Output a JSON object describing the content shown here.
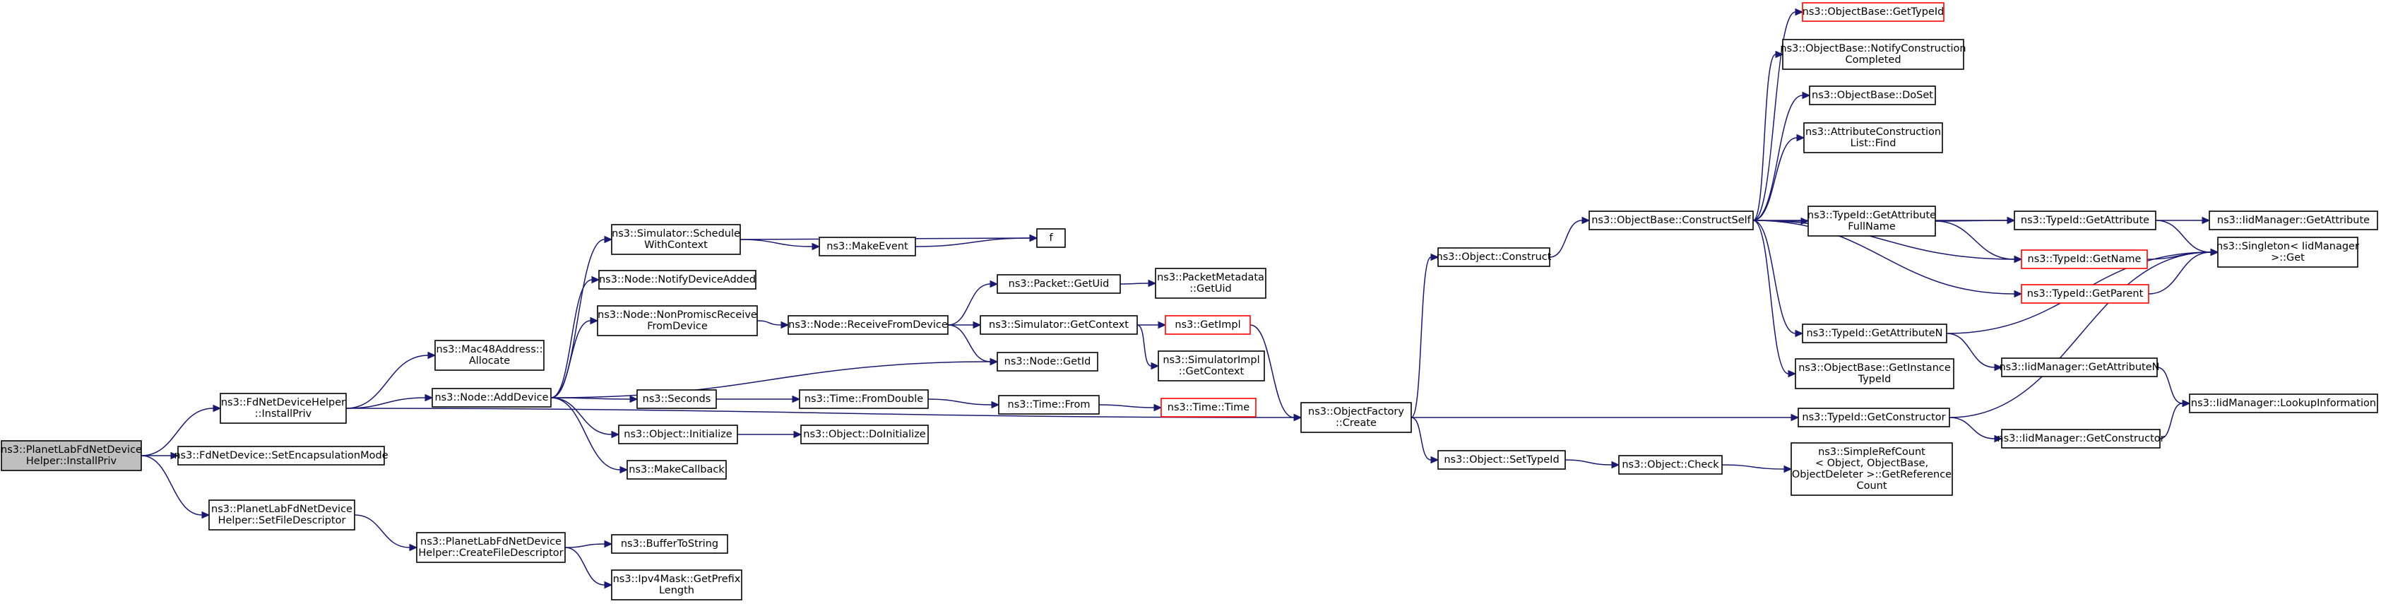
{
  "colors": {
    "edge": "#191970",
    "node_border": "#000000",
    "node_border_missing_docs": "#ff0000",
    "root_fill": "#bfbfbf",
    "node_fill": "#ffffff"
  },
  "nodes": {
    "root": [
      "ns3::PlanetLabFdNetDevice",
      "Helper::InstallPriv"
    ],
    "fd_installpriv": [
      "ns3::FdNetDeviceHelper",
      "::InstallPriv"
    ],
    "set_encap": [
      "ns3::FdNetDevice::SetEncapsulationMode"
    ],
    "set_fd": [
      "ns3::PlanetLabFdNetDevice",
      "Helper::SetFileDescriptor"
    ],
    "create_fd": [
      "ns3::PlanetLabFdNetDevice",
      "Helper::CreateFileDescriptor"
    ],
    "buffer_to_string": [
      "ns3::BufferToString"
    ],
    "get_prefix_length": [
      "ns3::Ipv4Mask::GetPrefix",
      "Length"
    ],
    "mac_allocate": [
      "ns3::Mac48Address::",
      "Allocate"
    ],
    "add_device": [
      "ns3::Node::AddDevice"
    ],
    "schedule_with_context": [
      "ns3::Simulator::Schedule",
      "WithContext"
    ],
    "notify_device_added": [
      "ns3::Node::NotifyDeviceAdded"
    ],
    "non_promisc": [
      "ns3::Node::NonPromiscReceive",
      "FromDevice"
    ],
    "seconds": [
      "ns3::Seconds"
    ],
    "object_initialize": [
      "ns3::Object::Initialize"
    ],
    "make_callback": [
      "ns3::MakeCallback"
    ],
    "make_event": [
      "ns3::MakeEvent"
    ],
    "f": [
      "f"
    ],
    "receive_from_device": [
      "ns3::Node::ReceiveFromDevice"
    ],
    "packet_getuid": [
      "ns3::Packet::GetUid"
    ],
    "packet_metadata_getuid": [
      "ns3::PacketMetadata",
      "::GetUid"
    ],
    "simulator_getcontext": [
      "ns3::Simulator::GetContext"
    ],
    "get_impl": [
      "ns3::GetImpl"
    ],
    "simimpl_getcontext": [
      "ns3::SimulatorImpl",
      "::GetContext"
    ],
    "node_getid": [
      "ns3::Node::GetId"
    ],
    "time_fromdouble": [
      "ns3::Time::FromDouble"
    ],
    "time_from": [
      "ns3::Time::From"
    ],
    "time_time": [
      "ns3::Time::Time"
    ],
    "do_initialize": [
      "ns3::Object::DoInitialize"
    ],
    "object_factory_create": [
      "ns3::ObjectFactory",
      "::Create"
    ],
    "object_construct": [
      "ns3::Object::Construct"
    ],
    "set_typeid": [
      "ns3::Object::SetTypeId"
    ],
    "object_check": [
      "ns3::Object::Check"
    ],
    "refcount": [
      "ns3::SimpleRefCount",
      "< Object, ObjectBase,",
      "ObjectDeleter >::GetReference",
      "Count"
    ],
    "construct_self": [
      "ns3::ObjectBase::ConstructSelf"
    ],
    "ob_gettypeid": [
      "ns3::ObjectBase::GetTypeId"
    ],
    "ob_notify": [
      "ns3::ObjectBase::NotifyConstruction",
      "Completed"
    ],
    "ob_doset": [
      "ns3::ObjectBase::DoSet"
    ],
    "attr_list_find": [
      "ns3::AttributeConstruction",
      "List::Find"
    ],
    "typeid_getattr_fullname": [
      "ns3::TypeId::GetAttribute",
      "FullName"
    ],
    "typeid_getattribute": [
      "ns3::TypeId::GetAttribute"
    ],
    "typeid_getname": [
      "ns3::TypeId::GetName"
    ],
    "typeid_getparent": [
      "ns3::TypeId::GetParent"
    ],
    "typeid_getattributen": [
      "ns3::TypeId::GetAttributeN"
    ],
    "ob_getinstance_typeid": [
      "ns3::ObjectBase::GetInstance",
      "TypeId"
    ],
    "typeid_getconstructor": [
      "ns3::TypeId::GetConstructor"
    ],
    "iidmanager_getattribute": [
      "ns3::IidManager::GetAttribute"
    ],
    "singleton_get": [
      "ns3::Singleton< IidManager",
      " >::Get"
    ],
    "iidmanager_getattributen": [
      "ns3::IidManager::GetAttributeN"
    ],
    "iidmanager_lookup": [
      "ns3::IidManager::LookupInformation"
    ],
    "iidmanager_getconstructor": [
      "ns3::IidManager::GetConstructor"
    ]
  },
  "edges": [
    [
      "root",
      "fd_installpriv"
    ],
    [
      "root",
      "set_encap"
    ],
    [
      "root",
      "set_fd"
    ],
    [
      "fd_installpriv",
      "mac_allocate"
    ],
    [
      "fd_installpriv",
      "add_device"
    ],
    [
      "fd_installpriv",
      "object_factory_create"
    ],
    [
      "set_fd",
      "create_fd"
    ],
    [
      "create_fd",
      "buffer_to_string"
    ],
    [
      "create_fd",
      "get_prefix_length"
    ],
    [
      "add_device",
      "schedule_with_context"
    ],
    [
      "add_device",
      "notify_device_added"
    ],
    [
      "add_device",
      "non_promisc"
    ],
    [
      "add_device",
      "node_getid"
    ],
    [
      "add_device",
      "seconds"
    ],
    [
      "add_device",
      "object_initialize"
    ],
    [
      "add_device",
      "make_callback"
    ],
    [
      "schedule_with_context",
      "f"
    ],
    [
      "schedule_with_context",
      "make_event"
    ],
    [
      "make_event",
      "f"
    ],
    [
      "non_promisc",
      "receive_from_device"
    ],
    [
      "receive_from_device",
      "packet_getuid"
    ],
    [
      "receive_from_device",
      "simulator_getcontext"
    ],
    [
      "receive_from_device",
      "node_getid"
    ],
    [
      "packet_getuid",
      "packet_metadata_getuid"
    ],
    [
      "simulator_getcontext",
      "get_impl"
    ],
    [
      "simulator_getcontext",
      "simimpl_getcontext"
    ],
    [
      "get_impl",
      "object_factory_create"
    ],
    [
      "seconds",
      "time_fromdouble"
    ],
    [
      "time_fromdouble",
      "time_from"
    ],
    [
      "time_from",
      "time_time"
    ],
    [
      "object_initialize",
      "do_initialize"
    ],
    [
      "object_factory_create",
      "object_construct"
    ],
    [
      "object_factory_create",
      "typeid_getconstructor"
    ],
    [
      "object_factory_create",
      "set_typeid"
    ],
    [
      "object_construct",
      "construct_self"
    ],
    [
      "set_typeid",
      "object_check"
    ],
    [
      "object_check",
      "refcount"
    ],
    [
      "construct_self",
      "ob_gettypeid"
    ],
    [
      "construct_self",
      "ob_notify"
    ],
    [
      "construct_self",
      "ob_doset"
    ],
    [
      "construct_self",
      "attr_list_find"
    ],
    [
      "construct_self",
      "typeid_getattr_fullname"
    ],
    [
      "construct_self",
      "typeid_getattribute"
    ],
    [
      "construct_self",
      "typeid_getname"
    ],
    [
      "construct_self",
      "typeid_getparent"
    ],
    [
      "construct_self",
      "typeid_getattributen"
    ],
    [
      "construct_self",
      "ob_getinstance_typeid"
    ],
    [
      "typeid_getattr_fullname",
      "typeid_getattribute"
    ],
    [
      "typeid_getattr_fullname",
      "typeid_getname"
    ],
    [
      "typeid_getattribute",
      "iidmanager_getattribute"
    ],
    [
      "typeid_getattribute",
      "singleton_get"
    ],
    [
      "typeid_getname",
      "singleton_get"
    ],
    [
      "typeid_getparent",
      "singleton_get"
    ],
    [
      "typeid_getattributen",
      "singleton_get"
    ],
    [
      "typeid_getattributen",
      "iidmanager_getattributen"
    ],
    [
      "iidmanager_getattributen",
      "iidmanager_lookup"
    ],
    [
      "typeid_getconstructor",
      "singleton_get"
    ],
    [
      "typeid_getconstructor",
      "iidmanager_getconstructor"
    ],
    [
      "iidmanager_getconstructor",
      "iidmanager_lookup"
    ]
  ]
}
